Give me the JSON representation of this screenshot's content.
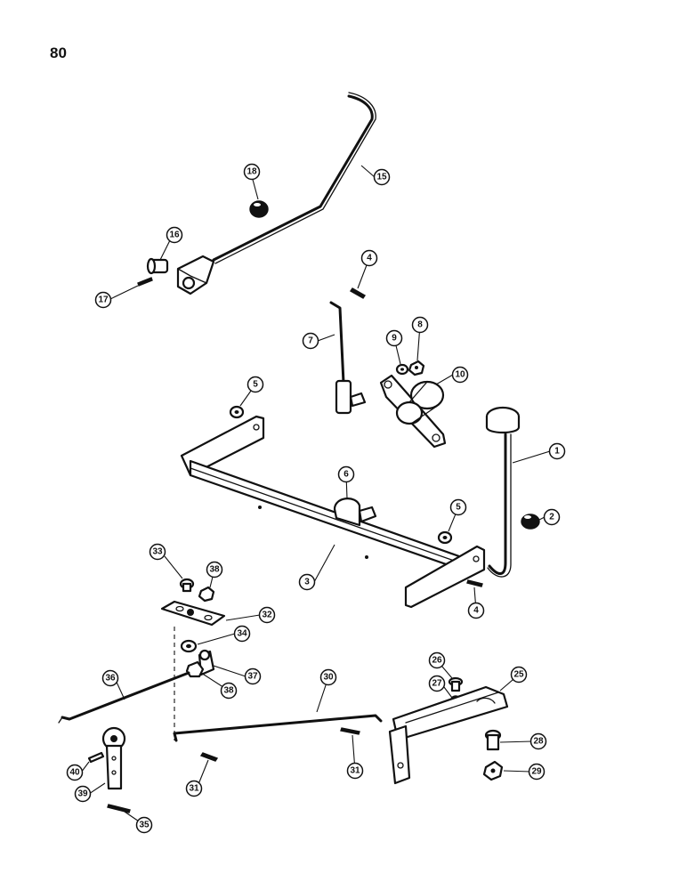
{
  "page": {
    "number": "80"
  },
  "callouts": [
    {
      "label": "18"
    },
    {
      "label": "15"
    },
    {
      "label": "16"
    },
    {
      "label": "17"
    },
    {
      "label": "4"
    },
    {
      "label": "7"
    },
    {
      "label": "9"
    },
    {
      "label": "8"
    },
    {
      "label": "10"
    },
    {
      "label": "5"
    },
    {
      "label": "1"
    },
    {
      "label": "6"
    },
    {
      "label": "5"
    },
    {
      "label": "2"
    },
    {
      "label": "3"
    },
    {
      "label": "4"
    },
    {
      "label": "33"
    },
    {
      "label": "38"
    },
    {
      "label": "32"
    },
    {
      "label": "34"
    },
    {
      "label": "37"
    },
    {
      "label": "38"
    },
    {
      "label": "36"
    },
    {
      "label": "30"
    },
    {
      "label": "26"
    },
    {
      "label": "25"
    },
    {
      "label": "27"
    },
    {
      "label": "28"
    },
    {
      "label": "29"
    },
    {
      "label": "31"
    },
    {
      "label": "31"
    },
    {
      "label": "40"
    },
    {
      "label": "39"
    },
    {
      "label": "35"
    }
  ]
}
